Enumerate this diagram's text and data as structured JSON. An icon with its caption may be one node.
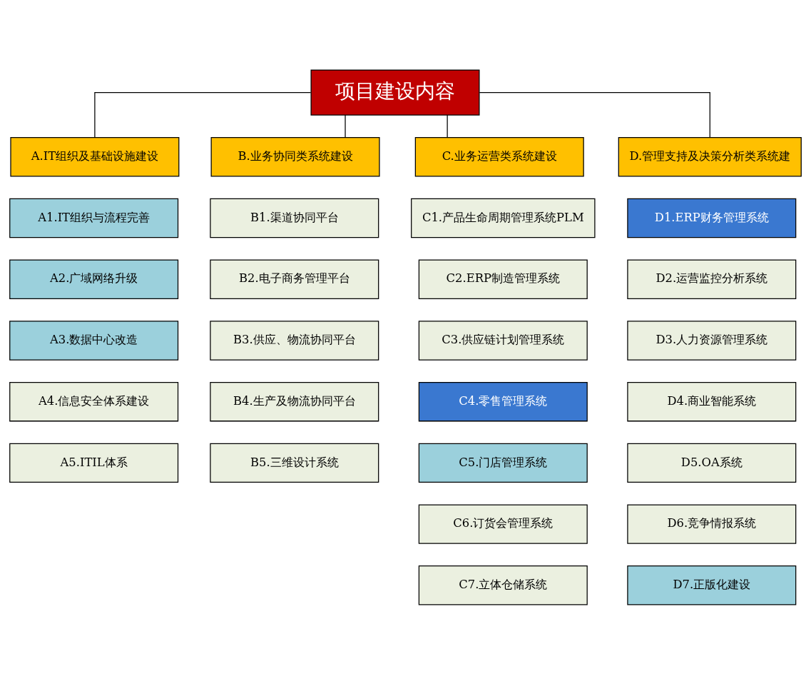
{
  "diagram": {
    "nodes": [
      {
        "text": [
          "项目建设内容"
        ]
      },
      {
        "text": [
          "A.IT组织及基础设施建设"
        ]
      },
      {
        "text": [
          "B.业务协同类系统建设"
        ]
      },
      {
        "text": [
          "C.业务运营类系统建设"
        ]
      },
      {
        "text": [
          "D.管理支持及决策分析类系统建"
        ]
      },
      {
        "text": [
          "A1.IT组织与流程完善"
        ]
      },
      {
        "text": [
          "A2.广域网络升级"
        ]
      },
      {
        "text": [
          "A3.数据中心改造"
        ]
      },
      {
        "text": [
          "A4.信息安全体系建设"
        ]
      },
      {
        "text": [
          "A5.ITIL体系"
        ]
      },
      {
        "text": [
          "B1.渠道协同平台"
        ]
      },
      {
        "text": [
          "B2.电子商务管理平台"
        ]
      },
      {
        "text": [
          "B3.供应、物流协同平台"
        ]
      },
      {
        "text": [
          "B4.生产及物流协同平台"
        ]
      },
      {
        "text": [
          "B5.三维设计系统"
        ]
      },
      {
        "text": [
          "C1.产品生命周期管理系统PLM"
        ]
      },
      {
        "text": [
          "C2.ERP制造管理系统"
        ]
      },
      {
        "text": [
          "C3.供应链计划管理系统"
        ]
      },
      {
        "text": [
          "C4.零售管理系统"
        ]
      },
      {
        "text": [
          "C5.门店管理系统"
        ]
      },
      {
        "text": [
          "C6.订货会管理系统"
        ]
      },
      {
        "text": [
          "C7.立体仓储系统"
        ]
      },
      {
        "text": [
          "D1.ERP财务管理系统"
        ]
      },
      {
        "text": [
          "D2.运营监控分析系统"
        ]
      },
      {
        "text": [
          "D3.人力资源管理系统"
        ]
      },
      {
        "text": [
          "D4.商业智能系统"
        ]
      },
      {
        "text": [
          "D5.OA系统"
        ]
      },
      {
        "text": [
          "D6.竞争情报系统"
        ]
      },
      {
        "text": [
          "D7.正版化建设"
        ]
      }
    ],
    "edges": [
      {
        "from": 0,
        "to": 1,
        "arrow": "none"
      },
      {
        "from": 0,
        "to": 2,
        "arrow": "none"
      },
      {
        "from": 0,
        "to": 3,
        "arrow": "none"
      },
      {
        "from": 0,
        "to": 4,
        "arrow": "none"
      }
    ]
  }
}
